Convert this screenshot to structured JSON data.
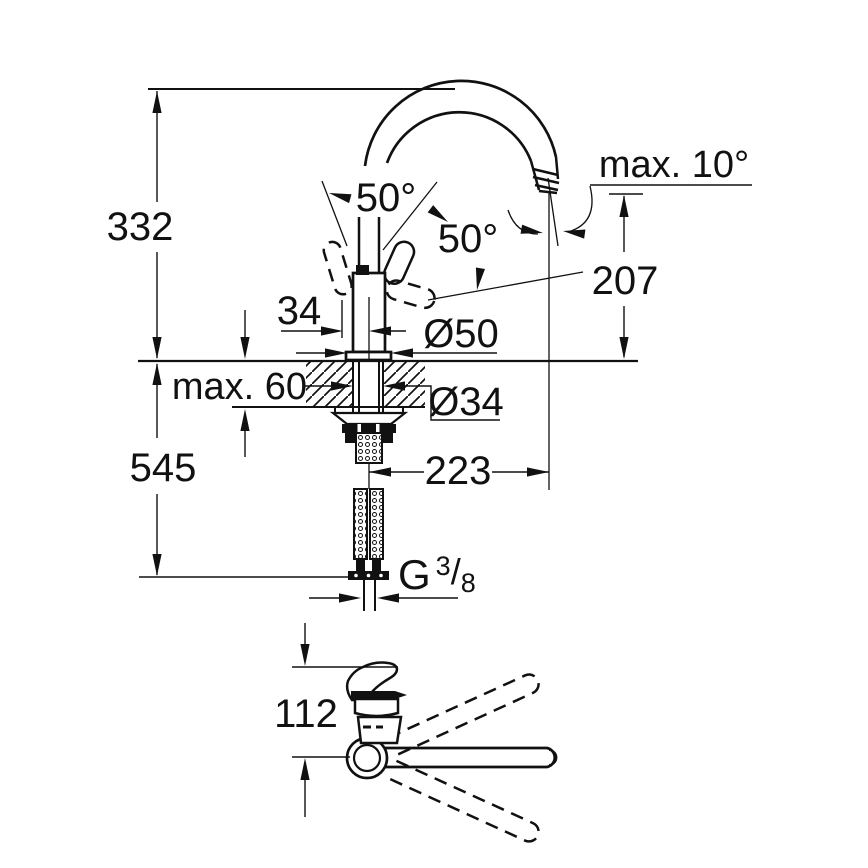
{
  "drawing": {
    "dimensions": {
      "overall_height": "332",
      "below_counter_depth": "545",
      "handle_offset": "34",
      "max_counter_thickness": "max. 60",
      "base_diameter": "Ø50",
      "mounting_hole_diameter": "Ø34",
      "handle_open_angle": "50°",
      "handle_swing_angle": "50°",
      "max_spout_tilt": "max. 10°",
      "outlet_height": "207",
      "spout_reach": "223",
      "top_view_width": "112",
      "thread": {
        "prefix": "G",
        "numerator": "3",
        "slash": "/",
        "denominator": "8"
      }
    }
  }
}
